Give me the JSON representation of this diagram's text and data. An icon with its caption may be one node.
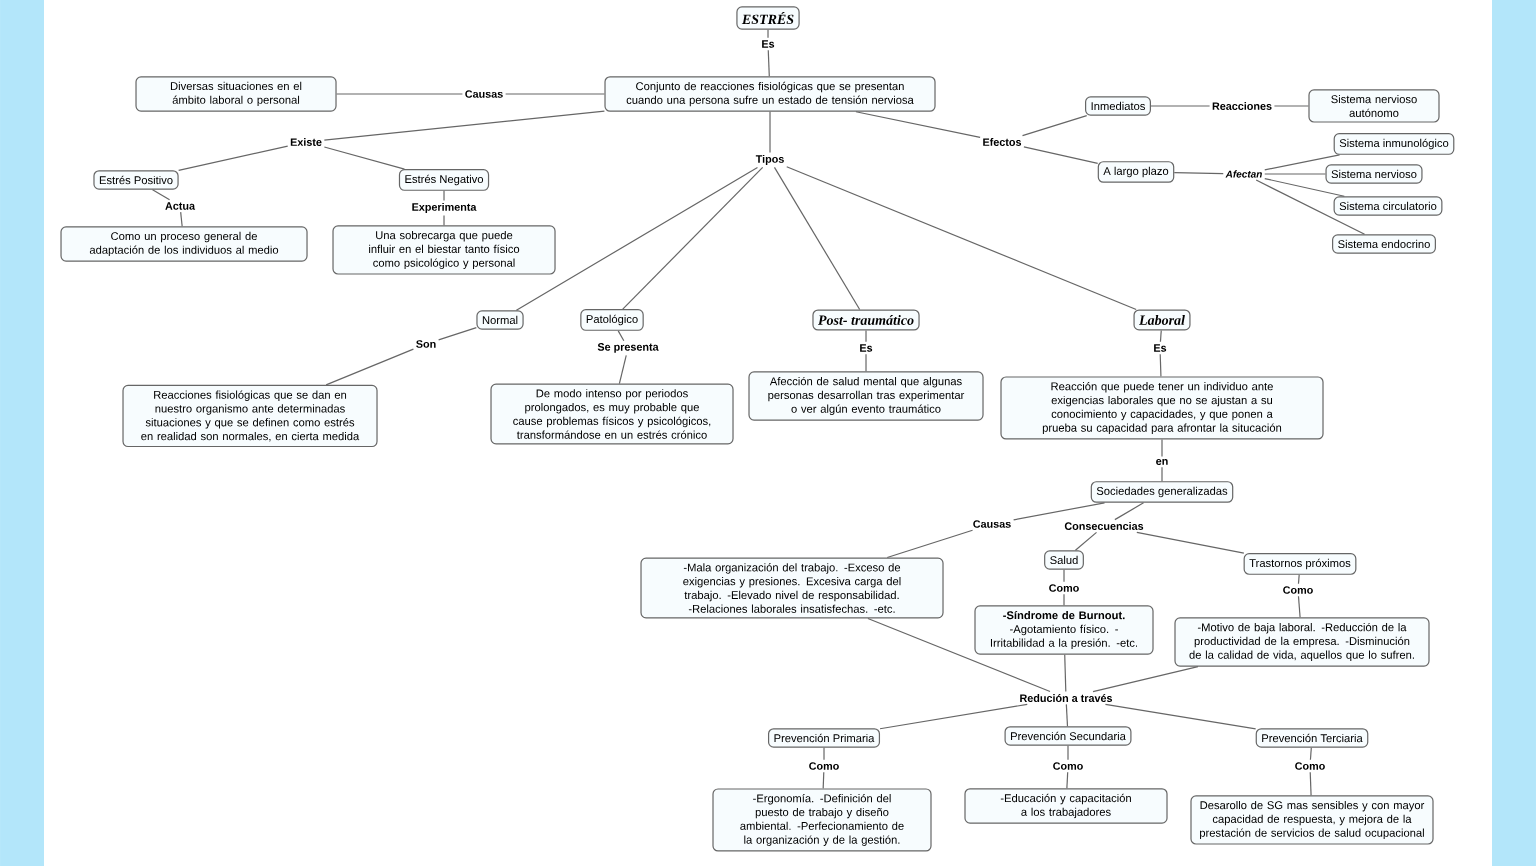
{
  "diagram": {
    "nodes": [
      {
        "text": [
          "ESTRÉS"
        ]
      },
      {
        "text": [
          "Es"
        ]
      },
      {
        "text": [
          "Conjunto de reacciones fisiológicas que se presentan cuando una persona sufre un estado de tensión nerviosa"
        ]
      },
      {
        "text": [
          "Diversas situaciones en el ámbito laboral o personal"
        ]
      },
      {
        "text": [
          "Causas"
        ]
      },
      {
        "text": [
          "Existe"
        ]
      },
      {
        "text": [
          "Estrés Positivo"
        ]
      },
      {
        "text": [
          "Estrés Negativo"
        ]
      },
      {
        "text": [
          "Actua"
        ]
      },
      {
        "text": [
          "Como un proceso general de adaptación de los individuos al medio"
        ]
      },
      {
        "text": [
          "Experimenta"
        ]
      },
      {
        "text": [
          "Una sobrecarga que puede influir en el biestar tanto físico como psicológico y personal"
        ]
      },
      {
        "text": [
          "Tipos"
        ]
      },
      {
        "text": [
          "Efectos"
        ]
      },
      {
        "text": [
          "Inmediatos"
        ]
      },
      {
        "text": [
          "Reacciones"
        ]
      },
      {
        "text": [
          "Sistema nervioso autónomo"
        ]
      },
      {
        "text": [
          "A largo plazo"
        ]
      },
      {
        "text": [
          "Afectan"
        ]
      },
      {
        "text": [
          "Sistema inmunológico"
        ]
      },
      {
        "text": [
          "Sistema nervioso"
        ]
      },
      {
        "text": [
          "Sistema circulatorio"
        ]
      },
      {
        "text": [
          "Sistema endocrino"
        ]
      },
      {
        "text": [
          "Normal"
        ]
      },
      {
        "text": [
          "Patológico"
        ]
      },
      {
        "text": [
          "Post- traumático"
        ]
      },
      {
        "text": [
          "Laboral"
        ]
      },
      {
        "text": [
          "Son"
        ]
      },
      {
        "text": [
          "Se presenta"
        ]
      },
      {
        "text": [
          "Reacciones fisiológicas que se dan en nuestro organismo ante determinadas situaciones y que se definen como estrés en realidad son normales, en cierta medida"
        ]
      },
      {
        "text": [
          "De modo intenso por periodos prolongados, es muy probable que cause problemas físicos y psicológicos, transformándose en un estrés crónico"
        ]
      },
      {
        "text": [
          "Es"
        ]
      },
      {
        "text": [
          "Afección de salud mental que algunas personas desarrollan tras experimentar o ver algún evento traumático"
        ]
      },
      {
        "text": [
          "Es"
        ]
      },
      {
        "text": [
          "Reacción que puede tener un individuo ante exigencias laborales que no se ajustan a su conocimiento y capacidades, y que ponen a prueba su capacidad para afrontar la situcación"
        ]
      },
      {
        "text": [
          "en"
        ]
      },
      {
        "text": [
          "Sociedades generalizadas"
        ]
      },
      {
        "text": [
          "Causas"
        ]
      },
      {
        "text": [
          "Consecuencias"
        ]
      },
      {
        "text": [
          "-Mala organización del trabajo. -Exceso de exigencias y presiones. Excesiva carga del trabajo. -Elevado nivel de responsabilidad. -Relaciones laborales insatisfechas. -etc."
        ]
      },
      {
        "text": [
          "Salud"
        ]
      },
      {
        "text": [
          "Trastornos próximos"
        ]
      },
      {
        "text": [
          "Como"
        ]
      },
      {
        "text": [
          "Como"
        ]
      },
      {
        "text": [
          "**-Síndrome de Burnout.** -Agotamiento físico. -Irritabilidad a la presión. -etc."
        ]
      },
      {
        "text": [
          "-Motivo de baja laboral. -Reducción de la productividad de la empresa. -Disminución de la calidad de vida, aquellos que lo sufren."
        ]
      },
      {
        "text": [
          "Redución a través"
        ]
      },
      {
        "text": [
          "Prevención Primaria"
        ]
      },
      {
        "text": [
          "Prevención Secundaria"
        ]
      },
      {
        "text": [
          "Prevención Terciaria"
        ]
      },
      {
        "text": [
          "Como"
        ]
      },
      {
        "text": [
          "Como"
        ]
      },
      {
        "text": [
          "Como"
        ]
      },
      {
        "text": [
          "-Ergonomía. -Definición del puesto de trabajo y diseño ambiental. -Perfecionamiento de la organización y de la gestión."
        ]
      },
      {
        "text": [
          "-Educación y capacitación a los trabajadores"
        ]
      },
      {
        "text": [
          "Desarollo de SG mas sensibles y con mayor capacidad de respuesta, y mejora de la prestación de servicios de salud ocupacional"
        ]
      }
    ],
    "edges": [
      {
        "from": 0,
        "to": 1,
        "arrow": "none"
      },
      {
        "from": 1,
        "to": 2,
        "arrow": "none"
      },
      {
        "from": 2,
        "to": 4,
        "arrow": "none"
      },
      {
        "from": 4,
        "to": 3,
        "arrow": "none"
      },
      {
        "from": 2,
        "to": 5,
        "arrow": "none"
      },
      {
        "from": 5,
        "to": 6,
        "arrow": "none"
      },
      {
        "from": 5,
        "to": 7,
        "arrow": "none"
      },
      {
        "from": 6,
        "to": 8,
        "arrow": "none"
      },
      {
        "from": 8,
        "to": 9,
        "arrow": "none"
      },
      {
        "from": 7,
        "to": 10,
        "arrow": "none"
      },
      {
        "from": 10,
        "to": 11,
        "arrow": "none"
      },
      {
        "from": 2,
        "to": 12,
        "arrow": "none"
      },
      {
        "from": 12,
        "to": 23,
        "arrow": "none"
      },
      {
        "from": 12,
        "to": 24,
        "arrow": "none"
      },
      {
        "from": 12,
        "to": 25,
        "arrow": "none"
      },
      {
        "from": 12,
        "to": 26,
        "arrow": "none"
      },
      {
        "from": 2,
        "to": 13,
        "arrow": "none"
      },
      {
        "from": 13,
        "to": 14,
        "arrow": "none"
      },
      {
        "from": 13,
        "to": 17,
        "arrow": "none"
      },
      {
        "from": 14,
        "to": 15,
        "arrow": "none"
      },
      {
        "from": 15,
        "to": 16,
        "arrow": "none"
      },
      {
        "from": 17,
        "to": 18,
        "arrow": "none"
      },
      {
        "from": 18,
        "to": 19,
        "arrow": "none"
      },
      {
        "from": 18,
        "to": 20,
        "arrow": "none"
      },
      {
        "from": 18,
        "to": 21,
        "arrow": "none"
      },
      {
        "from": 18,
        "to": 22,
        "arrow": "none"
      },
      {
        "from": 23,
        "to": 27,
        "arrow": "none"
      },
      {
        "from": 27,
        "to": 29,
        "arrow": "none"
      },
      {
        "from": 24,
        "to": 28,
        "arrow": "none"
      },
      {
        "from": 28,
        "to": 30,
        "arrow": "none"
      },
      {
        "from": 25,
        "to": 31,
        "arrow": "none"
      },
      {
        "from": 31,
        "to": 32,
        "arrow": "none"
      },
      {
        "from": 26,
        "to": 33,
        "arrow": "none"
      },
      {
        "from": 33,
        "to": 34,
        "arrow": "none"
      },
      {
        "from": 34,
        "to": 35,
        "arrow": "none"
      },
      {
        "from": 35,
        "to": 36,
        "arrow": "none"
      },
      {
        "from": 36,
        "to": 37,
        "arrow": "none"
      },
      {
        "from": 37,
        "to": 39,
        "arrow": "none"
      },
      {
        "from": 36,
        "to": 38,
        "arrow": "none"
      },
      {
        "from": 38,
        "to": 40,
        "arrow": "none"
      },
      {
        "from": 38,
        "to": 41,
        "arrow": "none"
      },
      {
        "from": 40,
        "to": 42,
        "arrow": "none"
      },
      {
        "from": 42,
        "to": 44,
        "arrow": "none"
      },
      {
        "from": 41,
        "to": 43,
        "arrow": "none"
      },
      {
        "from": 43,
        "to": 45,
        "arrow": "none"
      },
      {
        "from": 39,
        "to": 46,
        "arrow": "none"
      },
      {
        "from": 44,
        "to": 46,
        "arrow": "none"
      },
      {
        "from": 45,
        "to": 46,
        "arrow": "none"
      },
      {
        "from": 46,
        "to": 47,
        "arrow": "none"
      },
      {
        "from": 46,
        "to": 48,
        "arrow": "none"
      },
      {
        "from": 46,
        "to": 49,
        "arrow": "none"
      },
      {
        "from": 47,
        "to": 50,
        "arrow": "none"
      },
      {
        "from": 50,
        "to": 53,
        "arrow": "none"
      },
      {
        "from": 48,
        "to": 51,
        "arrow": "none"
      },
      {
        "from": 51,
        "to": 54,
        "arrow": "none"
      },
      {
        "from": 49,
        "to": 52,
        "arrow": "none"
      },
      {
        "from": 52,
        "to": 55,
        "arrow": "none"
      }
    ]
  }
}
